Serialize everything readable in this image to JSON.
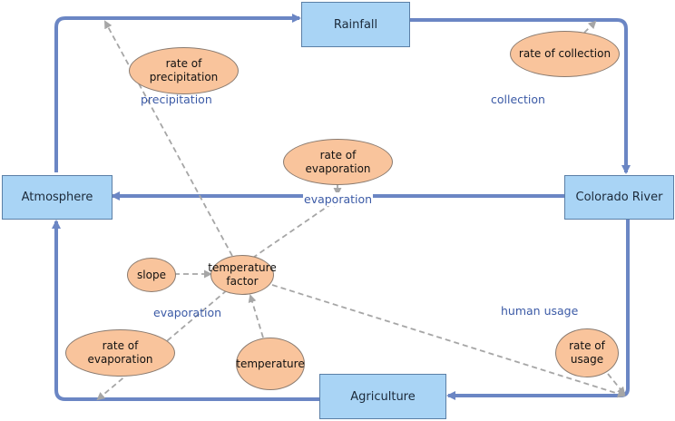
{
  "stocks": {
    "rainfall": "Rainfall",
    "atmosphere": "Atmosphere",
    "colorado_river": "Colorado River",
    "agriculture": "Agriculture"
  },
  "flows": {
    "precipitation": "precipitation",
    "collection": "collection",
    "evaporation_river": "evaporation",
    "evaporation_agriculture": "evaporation",
    "human_usage": "human usage"
  },
  "variables": {
    "rate_of_precipitation": "rate of\nprecipitation",
    "rate_of_collection": "rate of collection",
    "rate_of_evaporation_top": "rate of\nevaporation",
    "rate_of_evaporation_bottom": "rate of\nevaporation",
    "slope": "slope",
    "temperature_factor": "temperature\nfactor",
    "temperature": "temperature",
    "rate_of_usage": "rate of\nusage"
  },
  "colors": {
    "stock_fill": "#a9d4f5",
    "variable_fill": "#f9c49c",
    "flow_arrow": "#6b86c4",
    "link_arrow": "#a6a6a6",
    "flow_label": "#3b5aa6"
  }
}
